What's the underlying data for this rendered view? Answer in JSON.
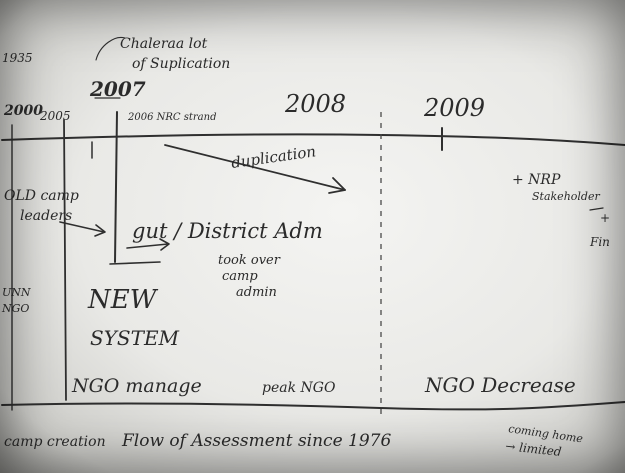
{
  "notes": {
    "top_note_line1": "Chaleraa lot",
    "top_note_line2": "of Suplication",
    "left_edge_top": "1935",
    "year_2000": "2000",
    "year_2005": "2005",
    "year_2007": "2007",
    "year_2007_note": "2006 NRC strand",
    "year_2008": "2008",
    "year_2009": "2009",
    "duplication": "duplication",
    "old_camp_line1": "OLD camp",
    "old_camp_line2": "leaders",
    "gut_district": "gut / District Adm",
    "took_over_line1": "took over",
    "took_over_line2": "camp",
    "took_over_line3": "admin",
    "new_line1": "NEW",
    "new_line2": "SYSTEM",
    "left_edge_mid1": "UNN",
    "left_edge_mid2": "NGO",
    "ngo_manage": "NGO manage",
    "peak_ngo": "peak NGO",
    "ngo_decrease": "NGO Decrease",
    "nrp_line1": "+ NRP",
    "nrp_line2": "Stakeholder",
    "right_edge_line1": "+",
    "right_edge_line2": "Fin",
    "bottom_left": "camp creation",
    "bottom_flow": "Flow of Assessment since 1976",
    "bottom_right_line1": "coming home",
    "bottom_right_line2": "→ limited"
  }
}
